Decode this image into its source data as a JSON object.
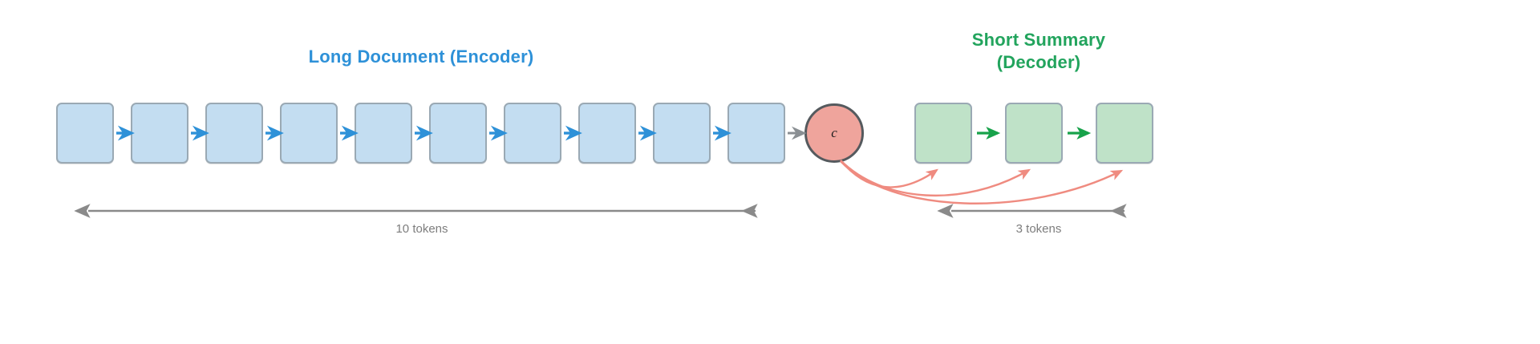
{
  "diagram": {
    "background_color": "#ffffff",
    "encoder": {
      "title": "Long Document (Encoder)",
      "color": "#2e91d8",
      "box_fill": "#c3ddf1",
      "box_border": "#9aa9b4",
      "arrow_color": "#2e91d8",
      "token_count": 10,
      "tokens": [
        "",
        "",
        "",
        "",
        "",
        "",
        "",
        "",
        "",
        ""
      ],
      "measure_label": "10 tokens",
      "measure_color": "#7d7d7d"
    },
    "context": {
      "label": "c",
      "fill": "#efa49c",
      "border": "#555a5e",
      "incoming_arrow_color": "#8a8f93",
      "cross_attention_color": "#ef8b80",
      "cross_attention_count": 3
    },
    "decoder": {
      "title_line1": "Short Summary",
      "title_line2": "(Decoder)",
      "color": "#22a45d",
      "box_fill": "#bfe2c8",
      "box_border": "#9aa9b4",
      "arrow_color": "#17a24a",
      "token_count": 3,
      "tokens": [
        "",
        "",
        ""
      ],
      "measure_label": "3 tokens",
      "measure_color": "#7d7d7d"
    }
  }
}
